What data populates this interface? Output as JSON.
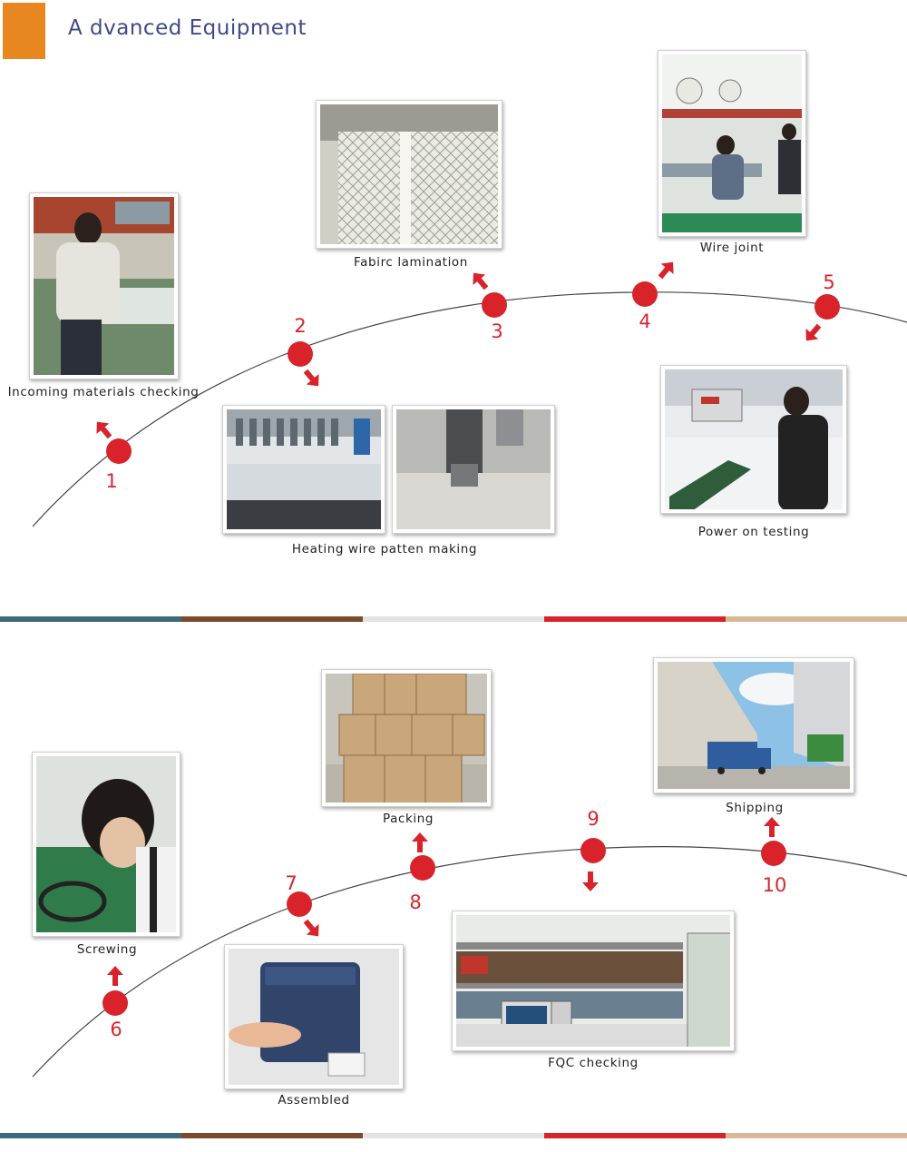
{
  "header": {
    "title": "A dvanced Equipment",
    "accent_color": "#e8861f",
    "title_color": "#3f4a86"
  },
  "colors": {
    "step_red": "#d9232b",
    "stripes": [
      "#3c6a7a",
      "#7a4a2c",
      "#e3e3e3",
      "#d9232b",
      "#d9b89a"
    ]
  },
  "steps": [
    {
      "number": "1",
      "caption": "Incoming materials checking"
    },
    {
      "number": "2",
      "caption": "Heating  wire patten making"
    },
    {
      "number": "3",
      "caption": "Fabirc lamination"
    },
    {
      "number": "4",
      "caption": "Wire joint"
    },
    {
      "number": "5",
      "caption": "Power on testing"
    },
    {
      "number": "6",
      "caption": "Screwing"
    },
    {
      "number": "7",
      "caption": "Assembled"
    },
    {
      "number": "8",
      "caption": "Packing"
    },
    {
      "number": "9",
      "caption": "FQC checking"
    },
    {
      "number": "10",
      "caption": "Shipping"
    }
  ]
}
